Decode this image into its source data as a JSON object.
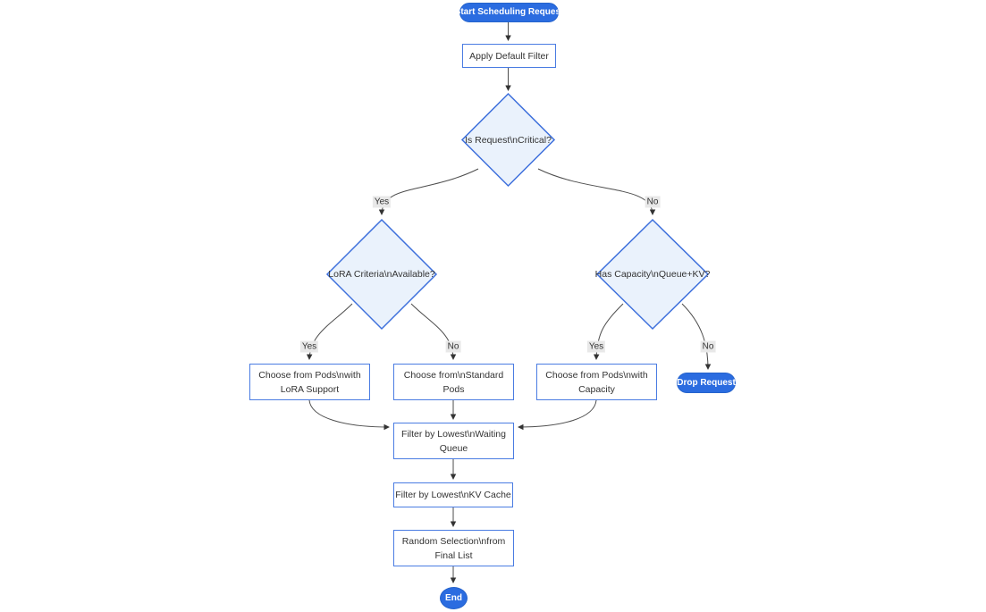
{
  "diagram": {
    "type": "flowchart",
    "direction": "top-down",
    "colors": {
      "background": "#ffffff",
      "node_fill": "#ffffff",
      "node_border": "#4a7ce2",
      "decision_fill": "#eaf2fc",
      "decision_border": "#3e70dc",
      "terminal_fill": "#2b6ce0",
      "terminal_border": "#2563cc",
      "terminal_text": "#ffffff",
      "text": "#333333",
      "edge": "#4d4d4d",
      "arrow": "#333333",
      "edge_label_bg": "#e8e8e8",
      "edge_label_text": "#333333"
    },
    "nodes": {
      "start": {
        "shape": "stadium",
        "label": "Start Scheduling Request"
      },
      "apply_filter": {
        "shape": "rect",
        "label": "Apply Default Filter"
      },
      "is_critical": {
        "shape": "decision",
        "label": "Is Request\\nCritical?"
      },
      "lora_available": {
        "shape": "decision",
        "label": "LoRA Criteria\\nAvailable?"
      },
      "has_capacity": {
        "shape": "decision",
        "label": "Has Capacity\\nQueue+KV?"
      },
      "choose_lora": {
        "shape": "rect",
        "label": [
          "Choose from Pods\\nwith",
          "LoRA Support"
        ]
      },
      "choose_standard": {
        "shape": "rect",
        "label": [
          "Choose from\\nStandard",
          "Pods"
        ]
      },
      "choose_capacity": {
        "shape": "rect",
        "label": [
          "Choose from Pods\\nwith",
          "Capacity"
        ]
      },
      "drop_request": {
        "shape": "stadium",
        "label": "Drop Request"
      },
      "filter_queue": {
        "shape": "rect",
        "label": [
          "Filter by Lowest\\nWaiting",
          "Queue"
        ]
      },
      "filter_kv": {
        "shape": "rect",
        "label": "Filter by Lowest\\nKV Cache"
      },
      "random_selection": {
        "shape": "rect",
        "label": [
          "Random Selection\\nfrom",
          "Final List"
        ]
      },
      "end": {
        "shape": "circle",
        "label": "End"
      }
    },
    "edges": [
      {
        "from": "start",
        "to": "apply_filter",
        "label": ""
      },
      {
        "from": "apply_filter",
        "to": "is_critical",
        "label": ""
      },
      {
        "from": "is_critical",
        "to": "lora_available",
        "label": "Yes"
      },
      {
        "from": "is_critical",
        "to": "has_capacity",
        "label": "No"
      },
      {
        "from": "lora_available",
        "to": "choose_lora",
        "label": "Yes"
      },
      {
        "from": "lora_available",
        "to": "choose_standard",
        "label": "No"
      },
      {
        "from": "has_capacity",
        "to": "choose_capacity",
        "label": "Yes"
      },
      {
        "from": "has_capacity",
        "to": "drop_request",
        "label": "No"
      },
      {
        "from": "choose_lora",
        "to": "filter_queue",
        "label": ""
      },
      {
        "from": "choose_standard",
        "to": "filter_queue",
        "label": ""
      },
      {
        "from": "choose_capacity",
        "to": "filter_queue",
        "label": ""
      },
      {
        "from": "filter_queue",
        "to": "filter_kv",
        "label": ""
      },
      {
        "from": "filter_kv",
        "to": "random_selection",
        "label": ""
      },
      {
        "from": "random_selection",
        "to": "end",
        "label": ""
      }
    ]
  }
}
